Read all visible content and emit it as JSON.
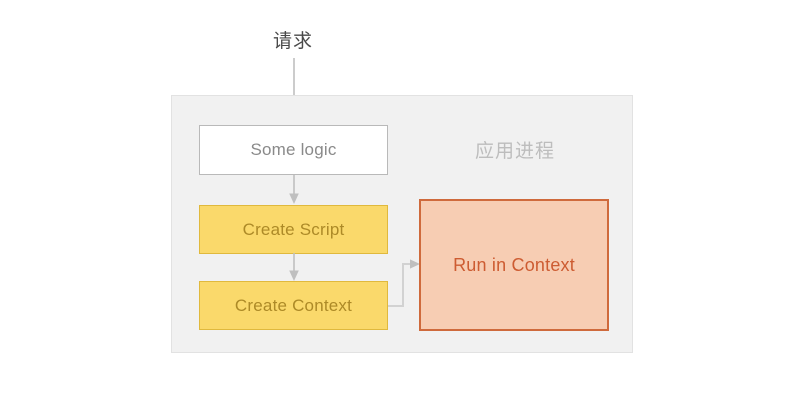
{
  "diagram": {
    "entry": {
      "label": "请求"
    },
    "container": {
      "label": "应用进程"
    },
    "nodes": [
      {
        "id": "some-logic",
        "label": "Some logic",
        "fill": "#ffffff",
        "border": "#b9b9b9",
        "text": "#8a8a8a"
      },
      {
        "id": "create-script",
        "label": "Create Script",
        "fill": "#fad96b",
        "border": "#e0b93d",
        "text": "#ad8a27"
      },
      {
        "id": "create-context",
        "label": "Create Context",
        "fill": "#fad96b",
        "border": "#e0b93d",
        "text": "#ad8a27"
      },
      {
        "id": "run-in-context",
        "label": "Run in Context",
        "fill": "#f7cdb3",
        "border": "#cf6a3c",
        "text": "#cd5c32"
      }
    ],
    "edges": [
      {
        "from": "请求",
        "to": "Some logic"
      },
      {
        "from": "Some logic",
        "to": "Create Script"
      },
      {
        "from": "Create Script",
        "to": "Create Context"
      },
      {
        "from": "Create Context",
        "to": "Run in Context"
      }
    ],
    "colors": {
      "container_fill": "#f1f1f1",
      "container_border": "#e2e2e2",
      "container_label": "#bdbdbd",
      "entry_label": "#4a4a4a",
      "arrow": "#bfbfbf",
      "page_background": "#ffffff"
    }
  }
}
